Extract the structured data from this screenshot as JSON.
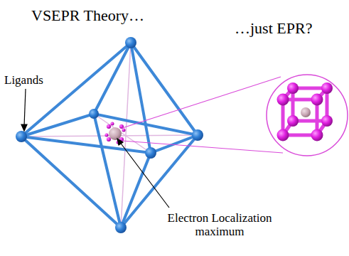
{
  "diagram": {
    "labels": [
      "VSEPR Theory…",
      "…just EPR?",
      "Ligands",
      "Electron Localization maximum"
    ]
  }
}
